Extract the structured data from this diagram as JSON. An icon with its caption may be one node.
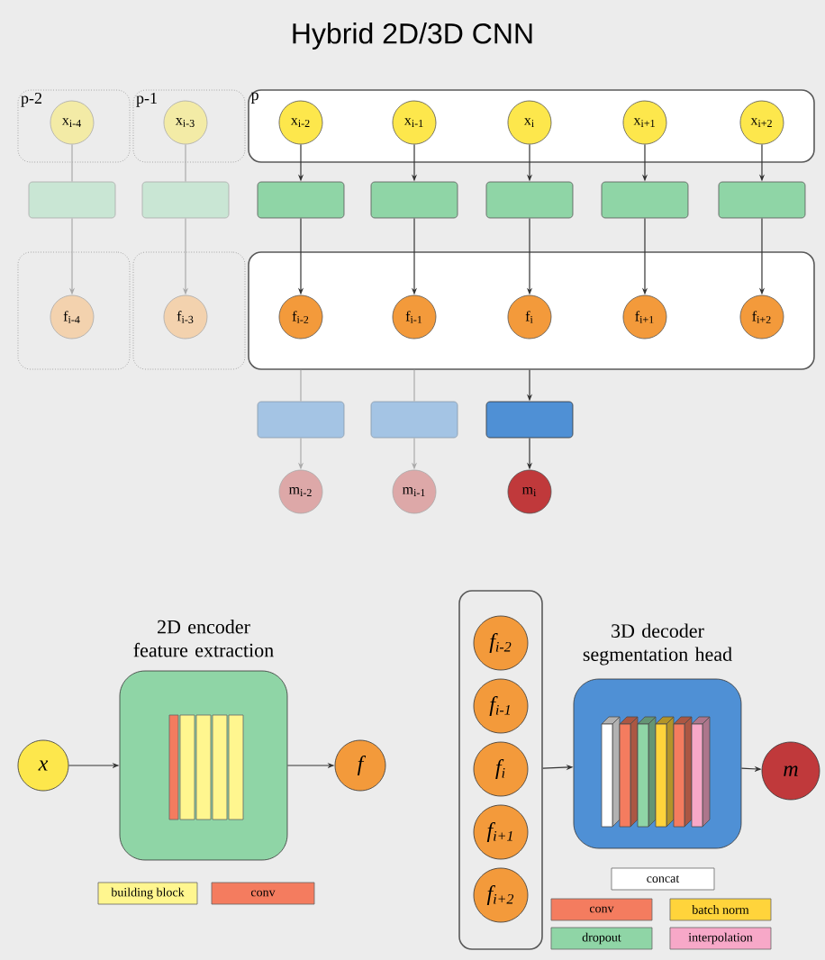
{
  "diagram": {
    "title": "Hybrid 2D/3D CNN",
    "nodes": [
      {
        "text": [
          "p-2"
        ]
      },
      {
        "text": [
          "x$_{i-4}$"
        ],
        "in": 0
      },
      {
        "text": [
          "p-1"
        ]
      },
      {
        "text": [
          "x$_{i-3}$"
        ],
        "in": 2
      },
      {
        "text": [
          "p"
        ]
      },
      {
        "text": [
          "x$_{i-2}$"
        ],
        "in": 4
      },
      {
        "text": [
          "x$_{i-1}$"
        ],
        "in": 4
      },
      {
        "text": [
          "x$_{i}$"
        ],
        "in": 4
      },
      {
        "text": [
          "x$_{i+1}$"
        ],
        "in": 4
      },
      {
        "text": [
          "x$_{i+2}$"
        ],
        "in": 4
      },
      {
        "text": [],
        "shape": "box"
      },
      {
        "text": [],
        "shape": "box"
      },
      {
        "text": [],
        "shape": "box"
      },
      {
        "text": [],
        "shape": "box"
      },
      {
        "text": [],
        "shape": "box"
      },
      {
        "text": [],
        "shape": "box"
      },
      {
        "text": [],
        "shape": "box"
      },
      {
        "text": [],
        "shape": "box"
      },
      {
        "text": [
          "f$_{i-4}$"
        ],
        "in": 17
      },
      {
        "text": [],
        "shape": "box"
      },
      {
        "text": [
          "f$_{i-3}$"
        ],
        "in": 19
      },
      {
        "text": [],
        "shape": "box"
      },
      {
        "text": [
          "f$_{i-2}$"
        ],
        "in": 21
      },
      {
        "text": [
          "f$_{i-1}$"
        ],
        "in": 21
      },
      {
        "text": [
          "f$_{i}$"
        ],
        "in": 21
      },
      {
        "text": [
          "f$_{i+1}$"
        ],
        "in": 21
      },
      {
        "text": [
          "f$_{i+2}$"
        ],
        "in": 21
      },
      {
        "text": [],
        "shape": "box"
      },
      {
        "text": [],
        "shape": "box"
      },
      {
        "text": [],
        "shape": "box"
      },
      {
        "text": [
          "m$_{i-2}$"
        ]
      },
      {
        "text": [
          "m$_{i-1}$"
        ]
      },
      {
        "text": [
          "m$_{i}$"
        ]
      },
      {
        "text": [
          "x"
        ]
      },
      {
        "text": [
          "2D encoder feature extraction"
        ]
      },
      {
        "text": [
          "f"
        ]
      },
      {
        "text": [],
        "shape": "box"
      },
      {
        "text": [
          "f$_{i-2}$"
        ],
        "in": 36
      },
      {
        "text": [
          "f$_{i-1}$"
        ],
        "in": 36
      },
      {
        "text": [
          "f$_{i}$"
        ],
        "in": 36
      },
      {
        "text": [
          "f$_{i+1}$"
        ],
        "in": 36
      },
      {
        "text": [
          "f$_{i+2}$"
        ],
        "in": 36
      },
      {
        "text": [
          "3D decoder segmentation head"
        ]
      },
      {
        "text": [
          "m"
        ]
      }
    ],
    "edges": [
      {
        "from": 1,
        "to": 10,
        "arrow": "none",
        "color": "#aaaaaa"
      },
      {
        "from": 10,
        "to": 18,
        "arrow": "to",
        "color": "#aaaaaa"
      },
      {
        "from": 3,
        "to": 11,
        "arrow": "none",
        "color": "#aaaaaa"
      },
      {
        "from": 11,
        "to": 20,
        "arrow": "to",
        "color": "#aaaaaa"
      },
      {
        "from": 5,
        "to": 12,
        "arrow": "to"
      },
      {
        "from": 12,
        "to": 22,
        "arrow": "to"
      },
      {
        "from": 6,
        "to": 13,
        "arrow": "to"
      },
      {
        "from": 13,
        "to": 23,
        "arrow": "to"
      },
      {
        "from": 7,
        "to": 14,
        "arrow": "to"
      },
      {
        "from": 14,
        "to": 24,
        "arrow": "to"
      },
      {
        "from": 8,
        "to": 15,
        "arrow": "to"
      },
      {
        "from": 15,
        "to": 25,
        "arrow": "to"
      },
      {
        "from": 9,
        "to": 16,
        "arrow": "to"
      },
      {
        "from": 16,
        "to": 26,
        "arrow": "to"
      },
      {
        "from": 21,
        "to": 27,
        "arrow": "none",
        "color": "#aaaaaa"
      },
      {
        "from": 21,
        "to": 28,
        "arrow": "none",
        "color": "#aaaaaa"
      },
      {
        "from": 21,
        "to": 29,
        "arrow": "to"
      },
      {
        "from": 27,
        "to": 30,
        "arrow": "to",
        "color": "#aaaaaa"
      },
      {
        "from": 28,
        "to": 31,
        "arrow": "to",
        "color": "#aaaaaa"
      },
      {
        "from": 29,
        "to": 32,
        "arrow": "to"
      },
      {
        "from": 33,
        "to": 34,
        "arrow": "to"
      },
      {
        "from": 34,
        "to": 35,
        "arrow": "to"
      },
      {
        "from": 36,
        "to": 42,
        "arrow": "to"
      },
      {
        "from": 42,
        "to": 43,
        "arrow": "to"
      }
    ],
    "legend": [
      {
        "text": "building block",
        "color": "#fff68f"
      },
      {
        "text": "conv",
        "color": "#f47c5f"
      },
      {
        "text": "concat",
        "color": "#ffffff"
      },
      {
        "text": "conv",
        "color": "#f47c5f"
      },
      {
        "text": "batch norm",
        "color": "#ffd43b"
      },
      {
        "text": "dropout",
        "color": "#8fd5a6"
      },
      {
        "text": "interpolation",
        "color": "#f7a8c8"
      }
    ]
  }
}
